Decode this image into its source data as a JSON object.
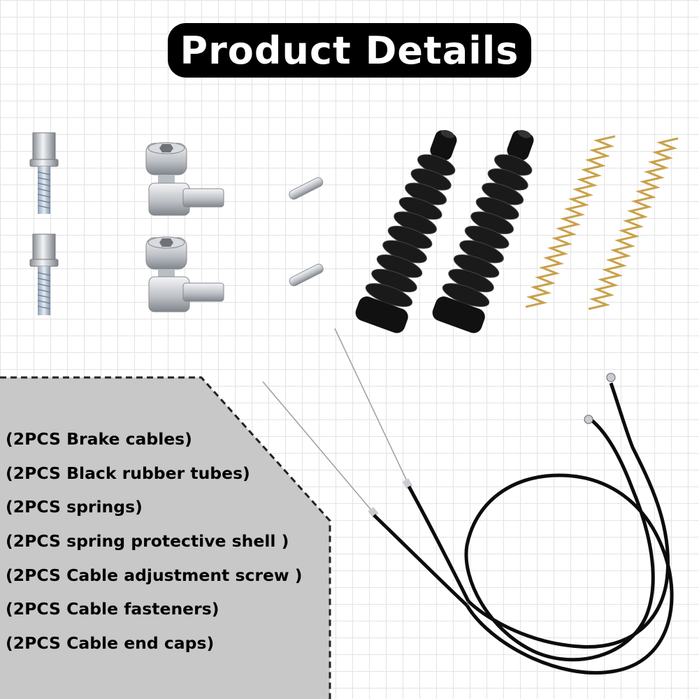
{
  "header": {
    "title": "Product Details"
  },
  "items": [
    {
      "label": "(2PCS Brake cables)"
    },
    {
      "label": "(2PCS Black rubber tubes)"
    },
    {
      "label": "(2PCS springs)"
    },
    {
      "label": "(2PCS spring protective shell )"
    },
    {
      "label": "(2PCS Cable adjustment screw )"
    },
    {
      "label": "(2PCS Cable fasteners)"
    },
    {
      "label": "(2PCS Cable end caps)"
    }
  ],
  "colors": {
    "panel_fill": "#c8c8c8",
    "panel_border": "#222222",
    "metal": "#c9ccd0",
    "rubber": "#111111",
    "spring": "#c9a24a",
    "cable": "#0c0c0c"
  }
}
